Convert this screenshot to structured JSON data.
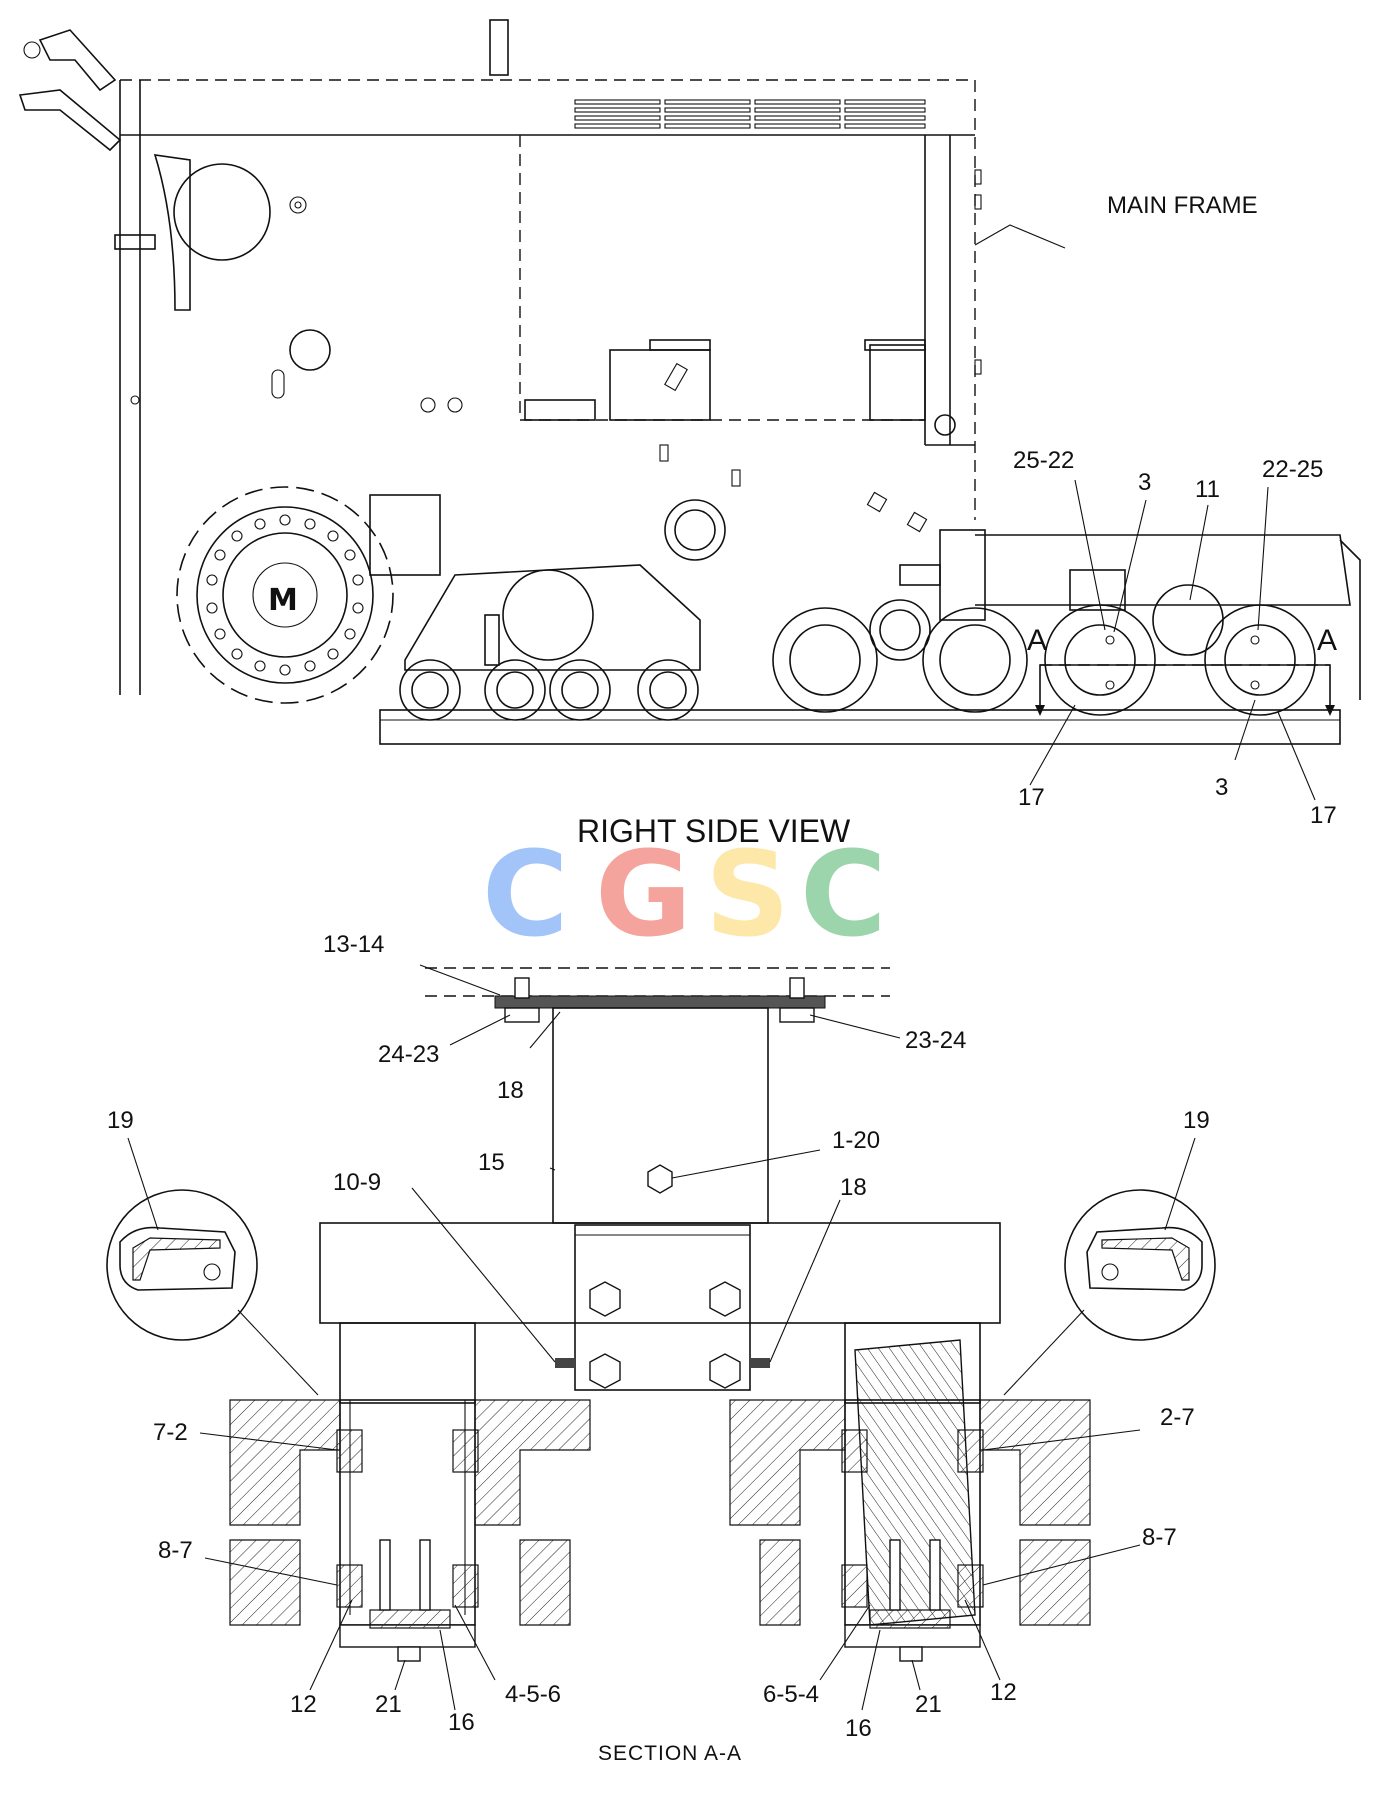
{
  "views": {
    "right_side_view_title": "RIGHT SIDE VIEW",
    "section_title": "SECTION A-A",
    "main_frame_label": "MAIN FRAME",
    "section_marker": "A"
  },
  "watermark": {
    "letters": [
      "C",
      "G",
      "S",
      "C"
    ],
    "colors": [
      "#8ab4f8",
      "#f28b82",
      "#fde293",
      "#81c995"
    ]
  },
  "callouts": {
    "top": {
      "c25_22": "25-22",
      "c3_upper": "3",
      "c11": "11",
      "c22_25": "22-25",
      "c17_left": "17",
      "c3_lower": "3",
      "c17_right": "17"
    },
    "section": {
      "c13_14": "13-14",
      "c24_23": "24-23",
      "c23_24": "23-24",
      "c18_top": "18",
      "c19_left": "19",
      "c19_right": "19",
      "c15": "15",
      "c1_20": "1-20",
      "c10_9": "10-9",
      "c18_right": "18",
      "c7_2": "7-2",
      "c2_7": "2-7",
      "c8_7_left": "8-7",
      "c8_7_right": "8-7",
      "c12_left": "12",
      "c21_left": "21",
      "c16_left": "16",
      "c4_5_6": "4-5-6",
      "c6_5_4": "6-5-4",
      "c16_right": "16",
      "c21_right": "21",
      "c12_right": "12"
    }
  }
}
